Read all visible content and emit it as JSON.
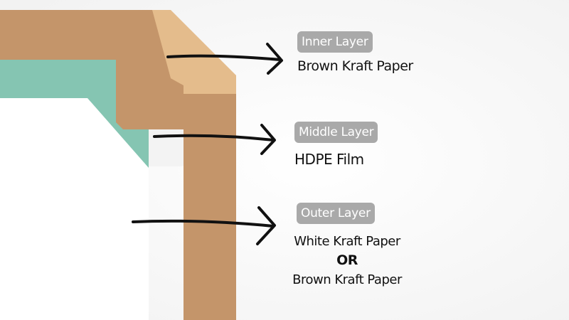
{
  "colors": {
    "background": "#ffffff",
    "inner_layer": "#c4956a",
    "inner_layer_fold": "#e2b98a",
    "middle_layer": "#7bafc6",
    "outer_layer": "#85c5b2",
    "badge_bg": "#a9a9a9",
    "arrow": "#111111"
  },
  "layers": [
    {
      "badge": "Inner Layer",
      "description": "Brown Kraft Paper"
    },
    {
      "badge": "Middle Layer",
      "description": "HDPE Film"
    },
    {
      "badge": "Outer Layer",
      "description_lines": [
        "White Kraft Paper",
        "OR",
        "Brown Kraft Paper"
      ]
    }
  ],
  "icons": [
    "arrow-right-icon",
    "arrow-right-icon",
    "arrow-right-icon"
  ]
}
